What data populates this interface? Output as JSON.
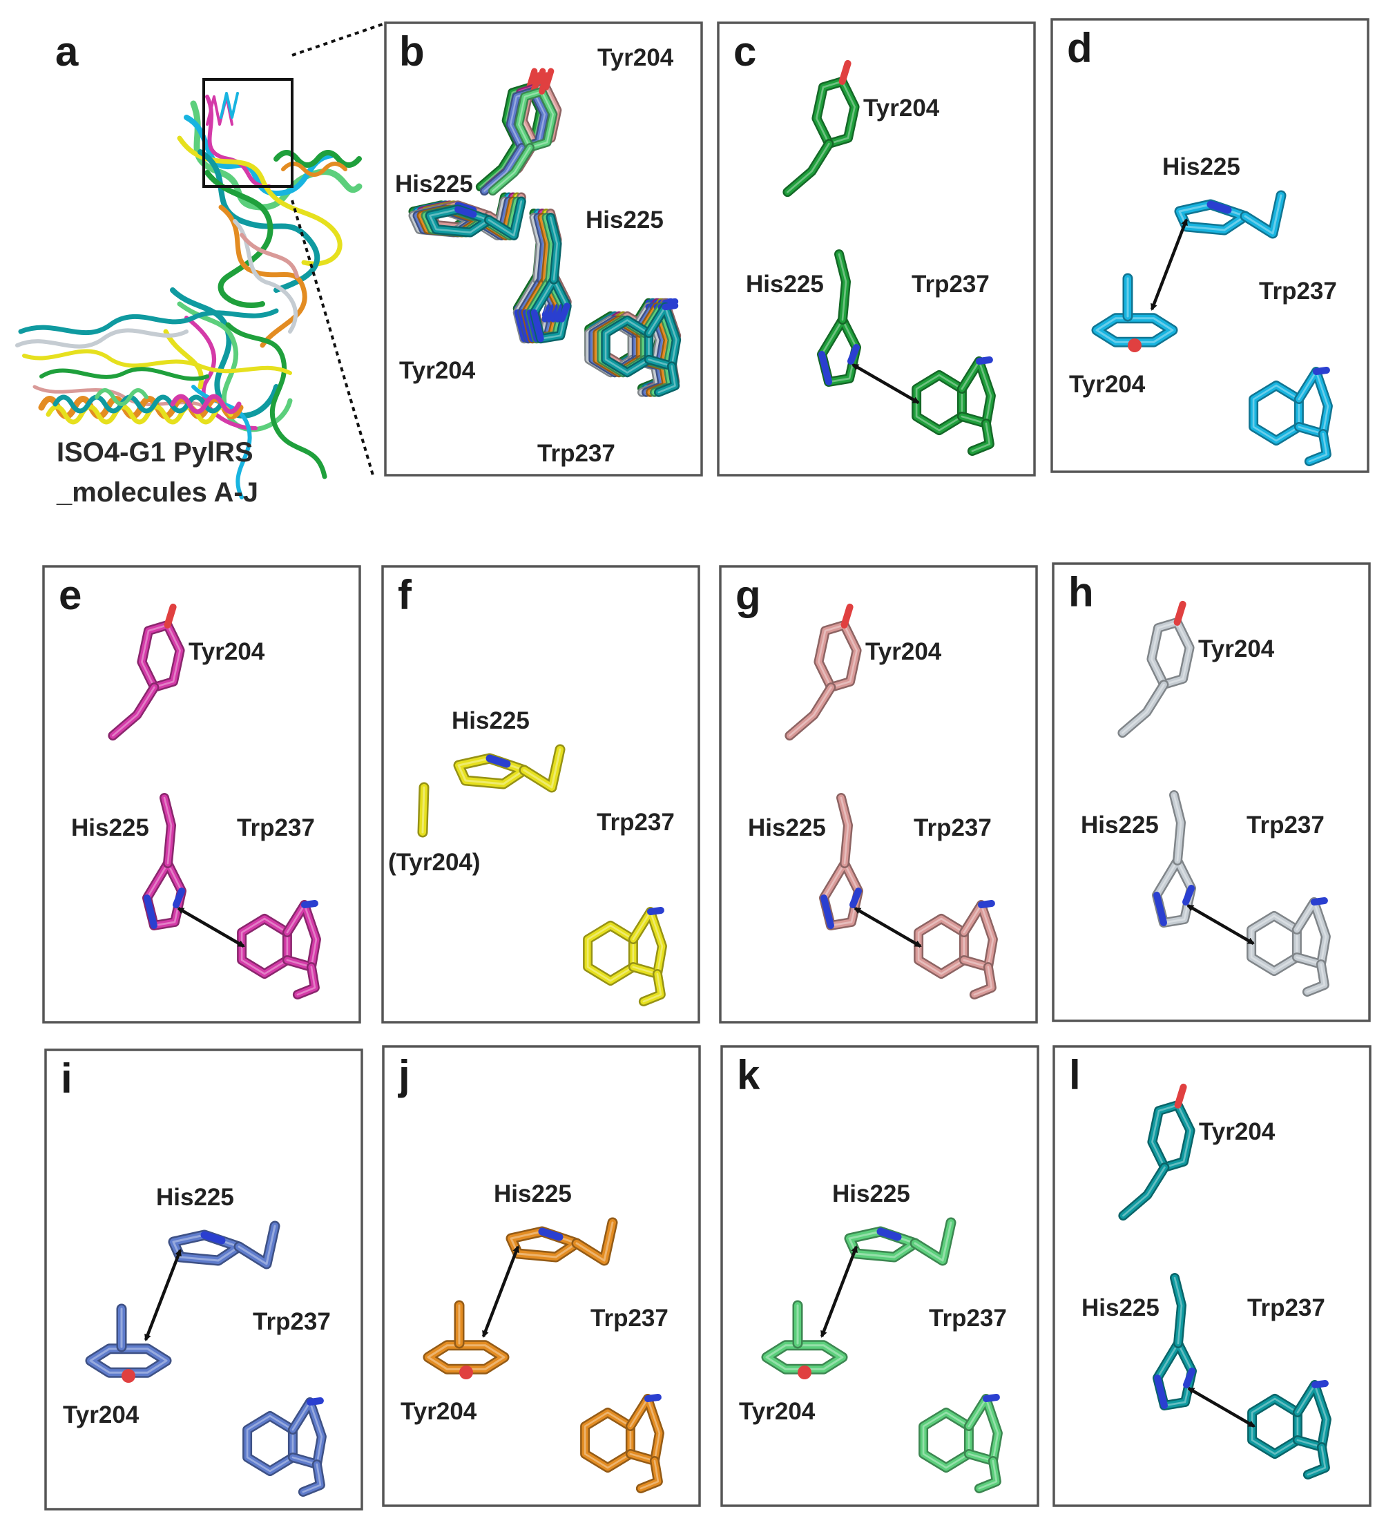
{
  "figure": {
    "overview": {
      "label": "a",
      "title_line1": "ISO4-G1 PylRS",
      "title_line2": "_molecules A-J"
    },
    "residue_labels": {
      "tyr": "Tyr204",
      "his": "His225",
      "trp": "Trp237",
      "tyr_missing": "(Tyr204)"
    },
    "panels": [
      {
        "label": "b",
        "description": "superposition"
      },
      {
        "label": "c",
        "color": "#1fa03c",
        "mode": "his-trp"
      },
      {
        "label": "d",
        "color": "#18b4e0",
        "mode": "tyr-his"
      },
      {
        "label": "e",
        "color": "#d43aa8",
        "mode": "his-trp"
      },
      {
        "label": "f",
        "color": "#e6e01e",
        "mode": "missing-tyr"
      },
      {
        "label": "g",
        "color": "#d99a98",
        "mode": "his-trp"
      },
      {
        "label": "h",
        "color": "#c5ccd2",
        "mode": "his-trp"
      },
      {
        "label": "i",
        "color": "#5f7ccc",
        "mode": "tyr-his"
      },
      {
        "label": "j",
        "color": "#e38c22",
        "mode": "tyr-his"
      },
      {
        "label": "k",
        "color": "#5ccf7c",
        "mode": "tyr-his"
      },
      {
        "label": "l",
        "color": "#0f9aa0",
        "mode": "his-trp"
      }
    ],
    "atom_colors": {
      "nitrogen": "#2a3fd0",
      "oxygen": "#e04040"
    },
    "superposition_colors": [
      "#1fa03c",
      "#18b4e0",
      "#d43aa8",
      "#e6e01e",
      "#d99a98",
      "#c5ccd2",
      "#5f7ccc",
      "#e38c22",
      "#5ccf7c",
      "#0f9aa0"
    ]
  }
}
